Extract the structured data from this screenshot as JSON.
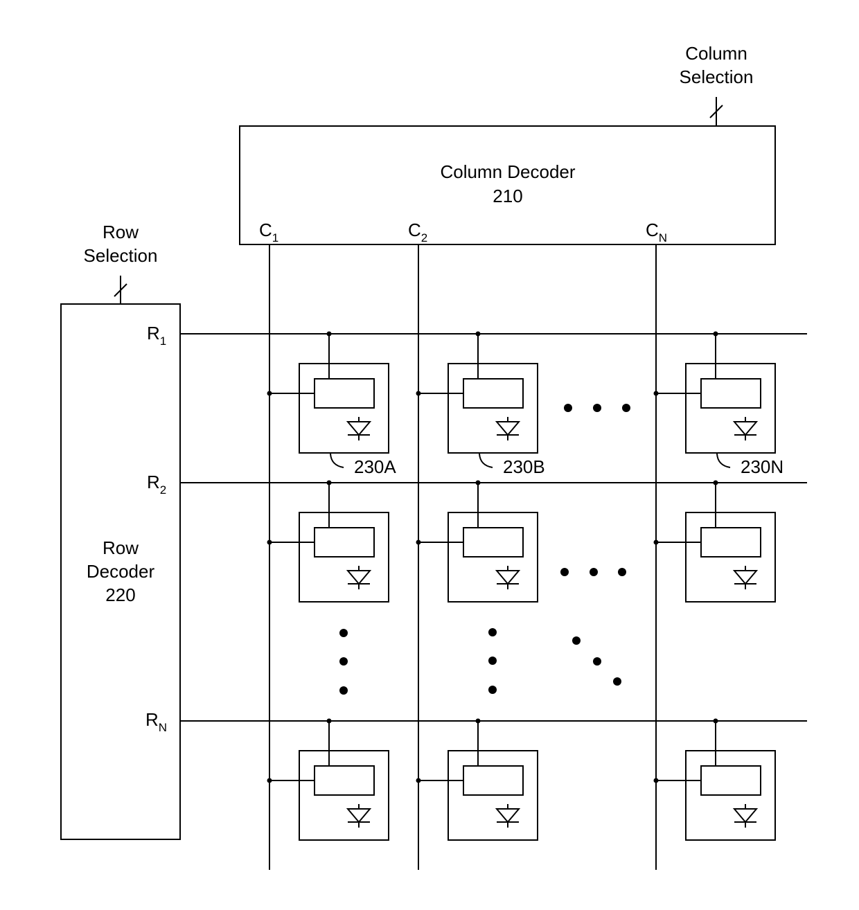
{
  "column_selection": {
    "line1": "Column",
    "line2": "Selection"
  },
  "column_decoder": {
    "title": "Column Decoder",
    "ref": "210"
  },
  "row_selection": {
    "line1": "Row",
    "line2": "Selection"
  },
  "row_decoder": {
    "line1": "Row",
    "line2": "Decoder",
    "ref": "220"
  },
  "columns": [
    {
      "base": "C",
      "sub": "1"
    },
    {
      "base": "C",
      "sub": "2"
    },
    {
      "base": "C",
      "sub": "N"
    }
  ],
  "rows": [
    {
      "base": "R",
      "sub": "1"
    },
    {
      "base": "R",
      "sub": "2"
    },
    {
      "base": "R",
      "sub": "N"
    }
  ],
  "pixel_refs": [
    "230A",
    "230B",
    "230N"
  ]
}
